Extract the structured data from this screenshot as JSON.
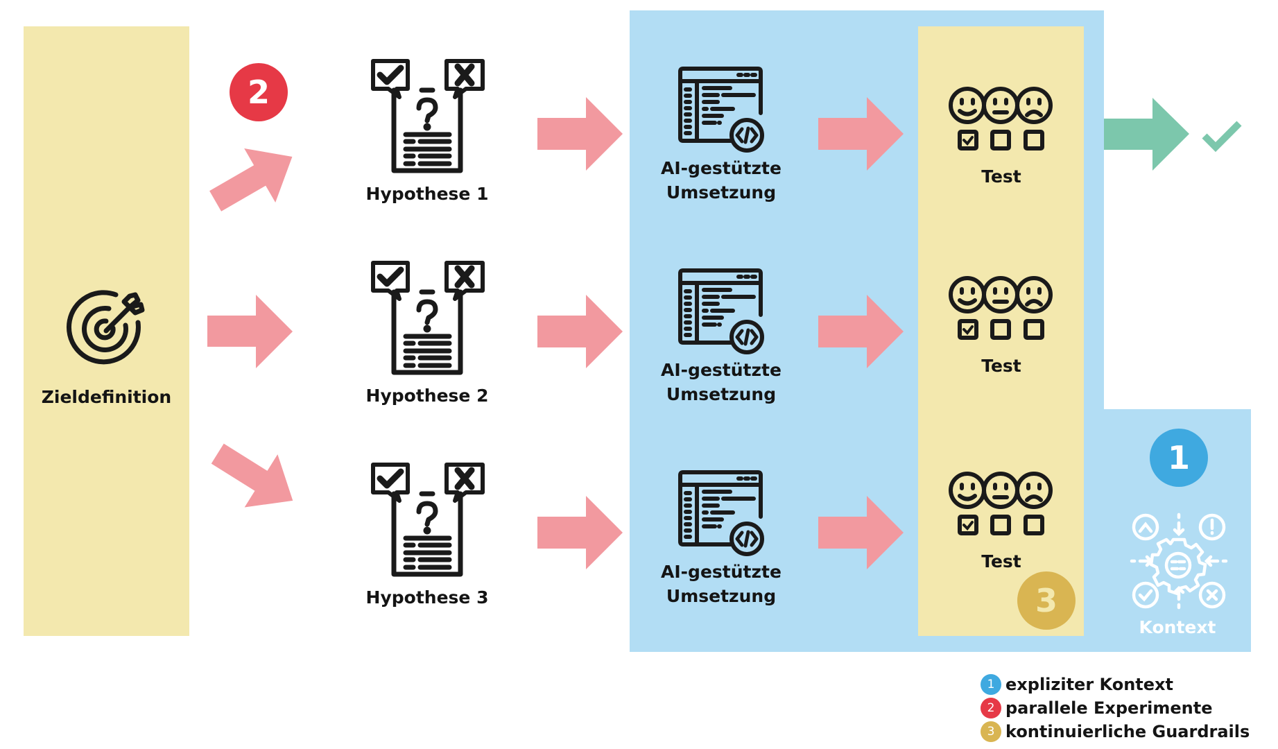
{
  "colors": {
    "yellow_panel": "#F3E8AE",
    "blue_panel": "#B2DDF4",
    "pink_arrow": "#F2999F",
    "green_arrow": "#7CC7AC",
    "badge_blue": "#3FA9E0",
    "badge_red": "#E63946",
    "badge_gold": "#D9B552",
    "icon_dark": "#1A1A1A"
  },
  "goal": {
    "label": "Zieldefinition",
    "icon": "target-arrow-icon"
  },
  "hypotheses": [
    {
      "label": "Hypothese 1",
      "icon": "hypothesis-document-icon"
    },
    {
      "label": "Hypothese 2",
      "icon": "hypothesis-document-icon"
    },
    {
      "label": "Hypothese 3",
      "icon": "hypothesis-document-icon"
    }
  ],
  "implementations": [
    {
      "line1": "AI-gestützte",
      "line2": "Umsetzung",
      "icon": "code-editor-icon"
    },
    {
      "line1": "AI-gestützte",
      "line2": "Umsetzung",
      "icon": "code-editor-icon"
    },
    {
      "line1": "AI-gestützte",
      "line2": "Umsetzung",
      "icon": "code-editor-icon"
    }
  ],
  "tests": [
    {
      "label": "Test",
      "icon": "smiley-rating-icon"
    },
    {
      "label": "Test",
      "icon": "smiley-rating-icon"
    },
    {
      "label": "Test",
      "icon": "smiley-rating-icon"
    }
  ],
  "context": {
    "label": "Kontext",
    "icon": "context-gear-icon"
  },
  "badges": {
    "context": "1",
    "parallel": "2",
    "guardrails": "3"
  },
  "result": {
    "icon": "checkmark-icon"
  },
  "legend": [
    {
      "number": "1",
      "text": "expliziter Kontext",
      "color": "#3FA9E0"
    },
    {
      "number": "2",
      "text": "parallele Experimente",
      "color": "#E63946"
    },
    {
      "number": "3",
      "text": "kontinuierliche Guardrails",
      "color": "#D9B552"
    }
  ]
}
